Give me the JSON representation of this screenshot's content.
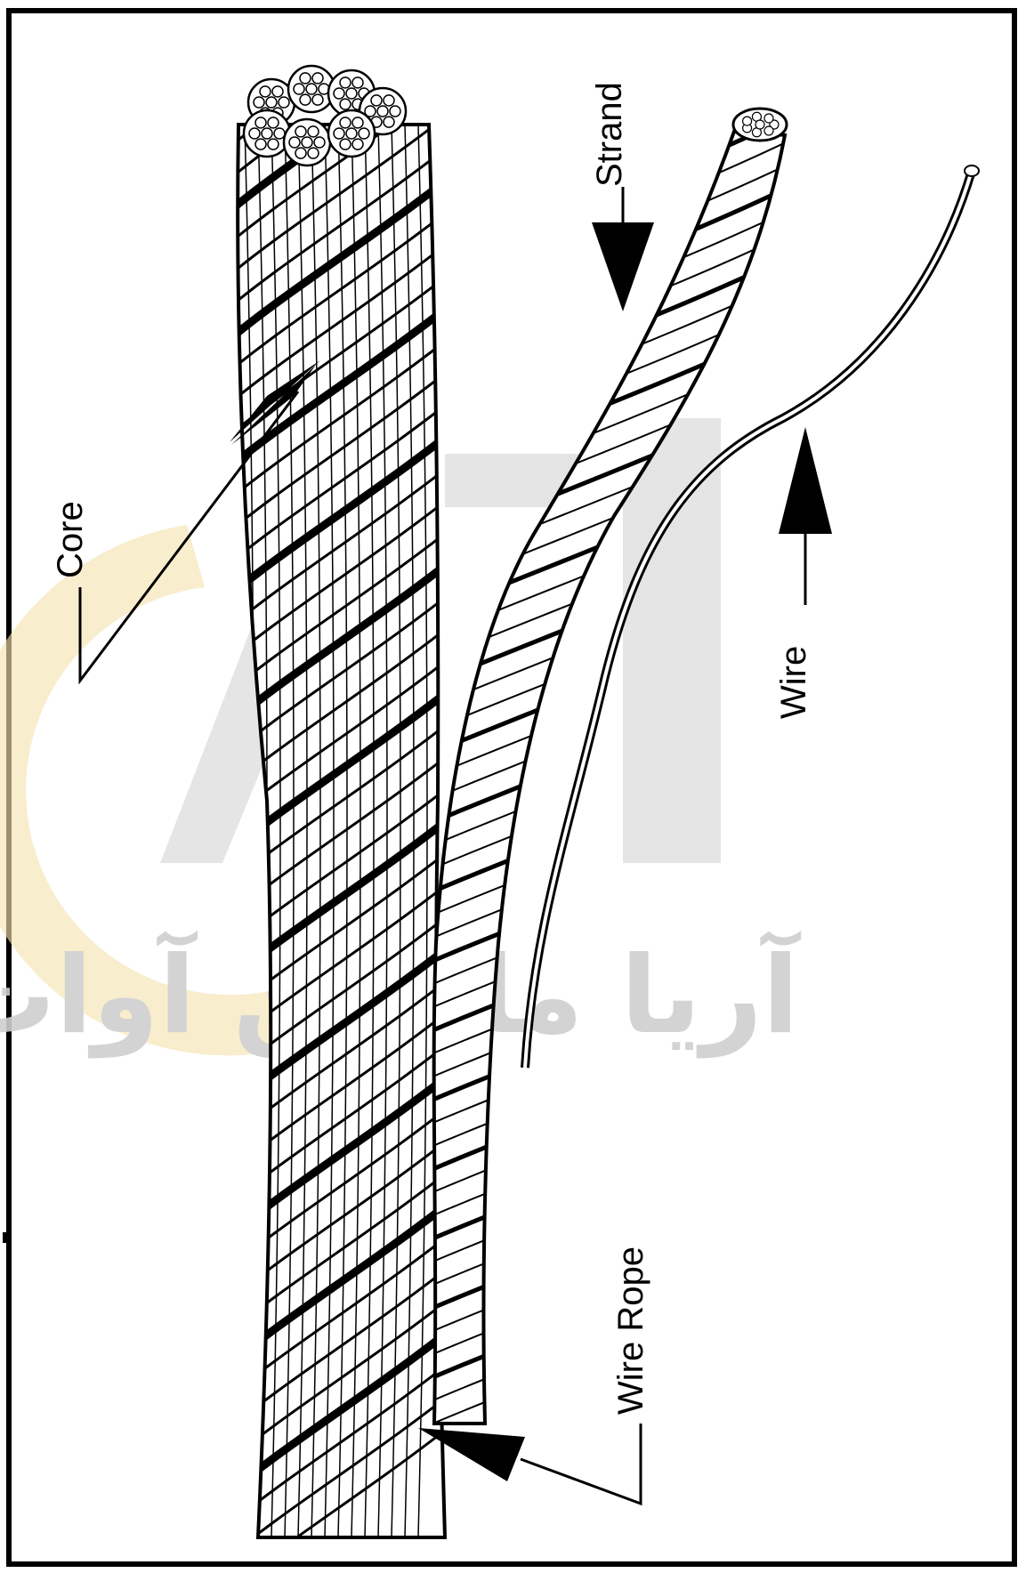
{
  "diagram": {
    "labels": {
      "core": "Core",
      "strand": "Strand",
      "wire": "Wire",
      "wire_rope": "Wire Rope"
    },
    "watermark": {
      "text": "آریا ماشین آوات",
      "gear_color": "#f5e2b0",
      "crane_color": "#d9d9d9",
      "text_color": "#cfcfcf"
    },
    "colors": {
      "ink": "#000000",
      "paper": "#ffffff"
    }
  }
}
